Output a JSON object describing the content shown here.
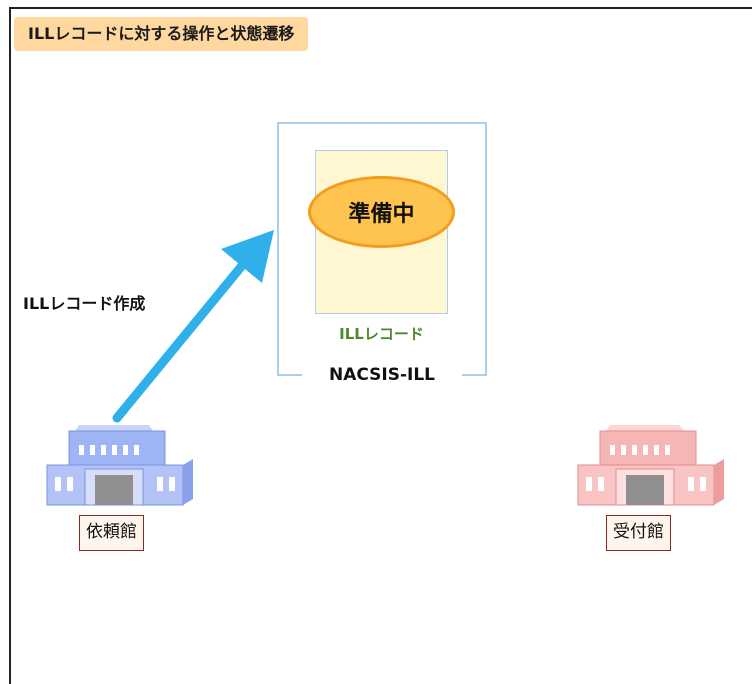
{
  "title": "ILLレコードに対する操作と状態遷移",
  "action": {
    "label": "ILLレコード作成"
  },
  "system": {
    "name": "NACSIS-ILL",
    "record_label": "ILLレコード",
    "status": "準備中"
  },
  "libraries": {
    "requesting": {
      "label": "依頼館",
      "color": "#9fb4f5"
    },
    "receiving": {
      "label": "受付館",
      "color": "#f7b6b6"
    }
  },
  "colors": {
    "arrow": "#2fb0ea",
    "title_bg": "#ffd8a0",
    "status_fill": "#ffc44f",
    "status_border": "#f39c1e",
    "record_fill": "#fff6d2",
    "box_border": "#a8d0ee",
    "record_label": "#4f8a2a"
  }
}
